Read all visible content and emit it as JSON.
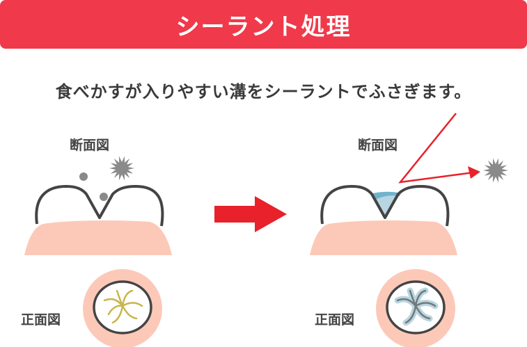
{
  "title": "シーラント処理",
  "subtitle": "食べかすが入りやすい溝をシーラントでふさぎます。",
  "before": {
    "cross_section_label": "断面図",
    "front_label": "正面図"
  },
  "after": {
    "cross_section_label": "断面図",
    "front_label": "正面図"
  },
  "colors": {
    "accent": "#f0394a",
    "arrow": "#e8212b",
    "gum": "#fcc9b8",
    "sealant": "#b7d6e2",
    "stain": "#c9b64a",
    "outline": "#444444",
    "debris": "#8a8a8a"
  }
}
